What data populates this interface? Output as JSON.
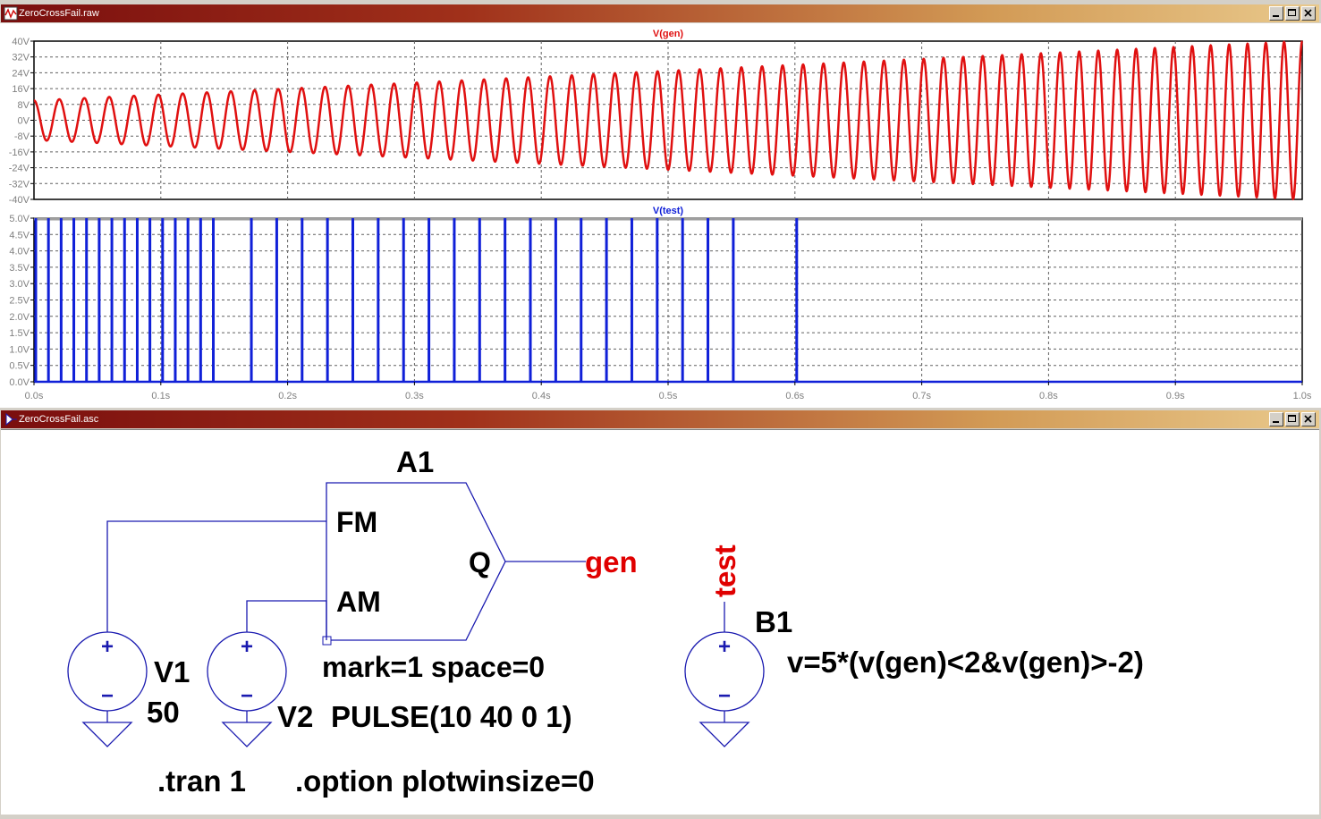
{
  "plot_window": {
    "title": "ZeroCrossFail.raw",
    "buttons": [
      "minimize",
      "maximize",
      "close"
    ]
  },
  "schematic_window": {
    "title": "ZeroCrossFail.asc",
    "buttons": [
      "minimize",
      "maximize",
      "close"
    ]
  },
  "colors": {
    "gen_trace": "#e01010",
    "test_trace": "#1020d8",
    "wire": "#1a1ab0",
    "symbol": "#1a1ab0",
    "net_label": "#e00000"
  },
  "chart_data": [
    {
      "type": "line",
      "title": "V(gen)",
      "xlabel": "",
      "ylabel": "",
      "xlim": [
        0,
        1.0
      ],
      "ylim": [
        -40,
        40
      ],
      "x_ticks": [
        "0.0s",
        "0.1s",
        "0.2s",
        "0.3s",
        "0.4s",
        "0.5s",
        "0.6s",
        "0.7s",
        "0.8s",
        "0.9s",
        "1.0s"
      ],
      "y_ticks": [
        "40V",
        "32V",
        "24V",
        "16V",
        "8V",
        "0V",
        "-8V",
        "-16V",
        "-24V",
        "-32V",
        "-40V"
      ],
      "grid": true,
      "series": [
        {
          "name": "V(gen)",
          "x": [
            0.0,
            0.1,
            0.2,
            0.3,
            0.4,
            0.5,
            0.6,
            0.7,
            0.8,
            0.9,
            1.0
          ],
          "amplitude": [
            10,
            13,
            16,
            19,
            22,
            25,
            28,
            31,
            34,
            37,
            40
          ],
          "frequency_hz": 50
        }
      ]
    },
    {
      "type": "line",
      "title": "V(test)",
      "xlabel": "",
      "ylabel": "",
      "xlim": [
        0,
        1.0
      ],
      "ylim": [
        0,
        5.0
      ],
      "x_ticks": [
        "0.0s",
        "0.1s",
        "0.2s",
        "0.3s",
        "0.4s",
        "0.5s",
        "0.6s",
        "0.7s",
        "0.8s",
        "0.9s",
        "1.0s"
      ],
      "y_ticks": [
        "5.0V",
        "4.5V",
        "4.0V",
        "3.5V",
        "3.0V",
        "2.5V",
        "2.0V",
        "1.5V",
        "1.0V",
        "0.5V",
        "0.0V"
      ],
      "grid": true,
      "series": [
        {
          "name": "V(test)",
          "pulse_level": 5.0,
          "pulse_times": [
            0.0,
            0.01,
            0.02,
            0.03,
            0.04,
            0.05,
            0.06,
            0.07,
            0.08,
            0.09,
            0.1,
            0.11,
            0.12,
            0.13,
            0.14,
            0.17,
            0.19,
            0.21,
            0.23,
            0.25,
            0.27,
            0.29,
            0.31,
            0.33,
            0.35,
            0.37,
            0.39,
            0.41,
            0.43,
            0.45,
            0.47,
            0.49,
            0.51,
            0.53,
            0.55,
            0.6
          ]
        }
      ]
    }
  ],
  "schematic": {
    "a1": {
      "name": "A1",
      "pins": {
        "fm": "FM",
        "am": "AM",
        "q": "Q"
      },
      "params": "mark=1 space=0"
    },
    "v1": {
      "name": "V1",
      "value": "50",
      "plus": "+",
      "minus": "−"
    },
    "v2": {
      "name": "V2",
      "value": "PULSE(10 40 0 1)",
      "plus": "+",
      "minus": "−"
    },
    "b1": {
      "name": "B1",
      "value": "v=5*(v(gen)<2&v(gen)>-2)",
      "plus": "+",
      "minus": "−"
    },
    "net_gen": "gen",
    "net_test": "test",
    "directive_tran": ".tran 1",
    "directive_option": ".option plotwinsize=0"
  }
}
